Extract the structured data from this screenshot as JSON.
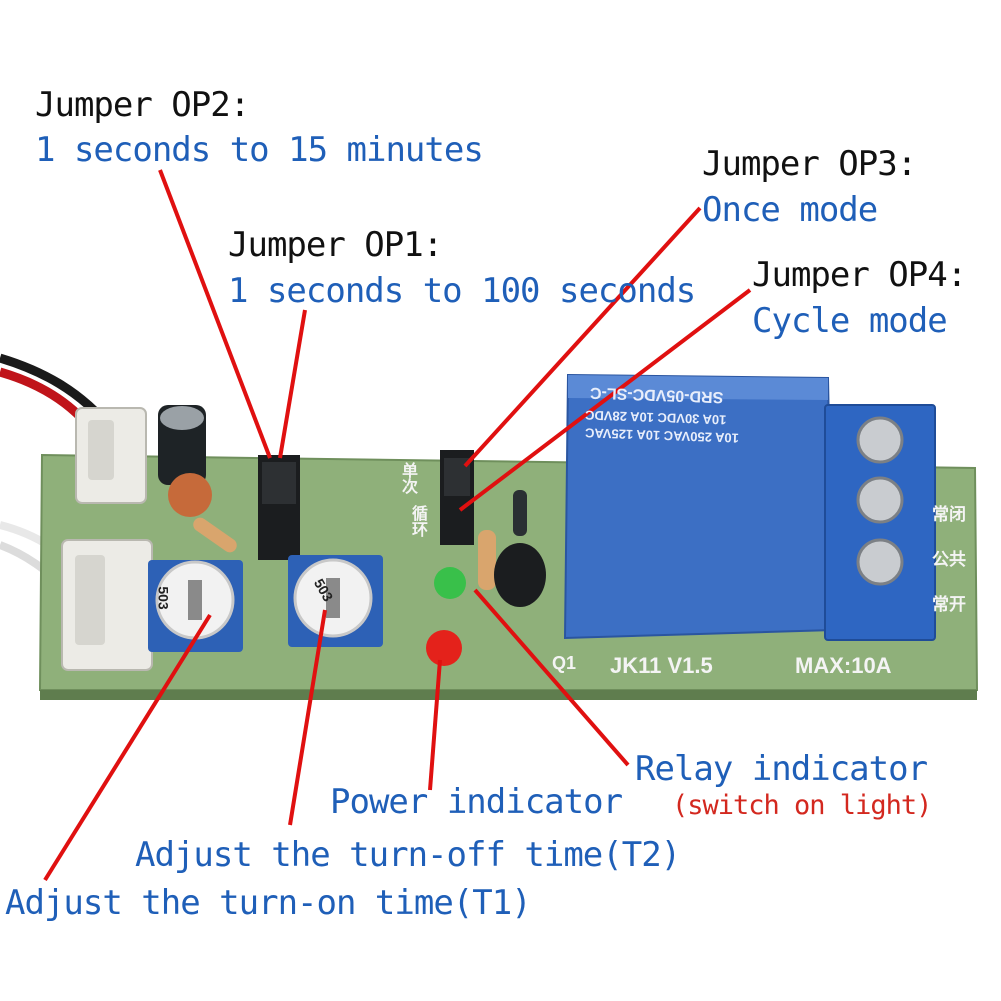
{
  "colors": {
    "label_black": "#111111",
    "label_blue": "#1f5fb8",
    "pointer_red": "#e01010",
    "pcb_green": "#8fb07a",
    "relay_blue": "#3c6fc4",
    "terminal_blue": "#2e66c2"
  },
  "callouts": {
    "op2_title": "Jumper OP2:",
    "op2_desc": "1 seconds to 15 minutes",
    "op1_title": "Jumper OP1:",
    "op1_desc": "1 seconds to 100 seconds",
    "op3_title": "Jumper OP3:",
    "op3_desc": "Once mode",
    "op4_title": "Jumper OP4:",
    "op4_desc": "Cycle mode",
    "relay_indicator": "Relay indicator",
    "relay_indicator_note": "(switch on light)",
    "power_indicator": "Power indicator",
    "adjust_off": "Adjust the turn-off time(T2)",
    "adjust_on": "Adjust the turn-on time(T1)"
  },
  "board": {
    "model": "JK11 V1.5",
    "max_rating": "MAX:10A",
    "q1": "Q1",
    "relay_part": "SRD-05VDC-SL-C",
    "relay_rating_1": "10A 250VAC 10A 125VAC",
    "relay_rating_2": "10A 30VDC 10A 28VDC",
    "terminal_nc": "常闭",
    "terminal_com": "公共",
    "terminal_no": "常开",
    "mode_once": "单次",
    "mode_cycle": "循环",
    "pot_label": "503"
  }
}
